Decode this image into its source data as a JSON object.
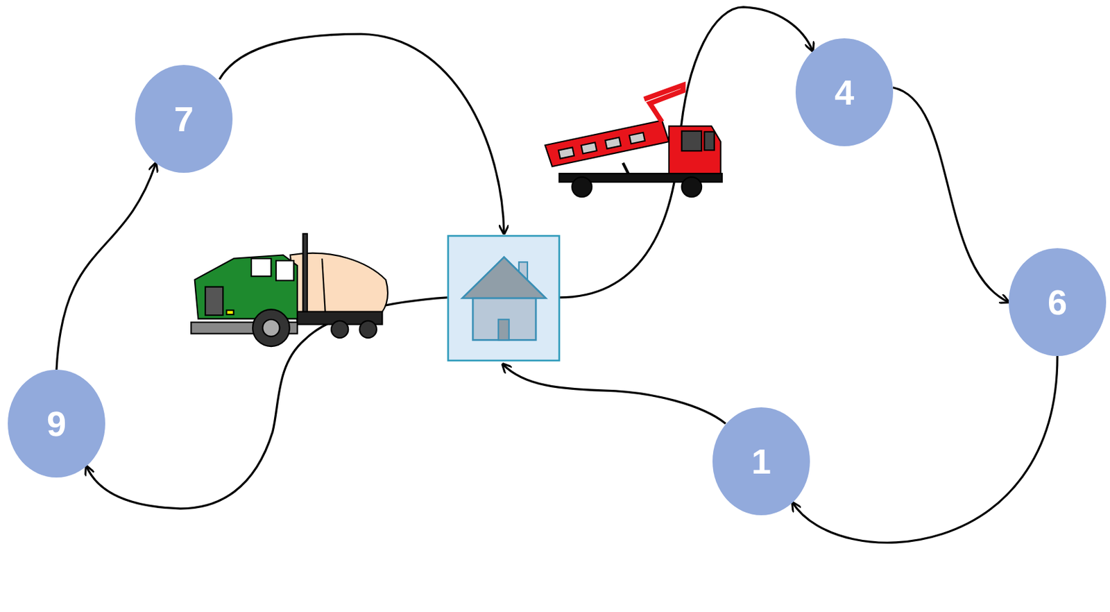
{
  "diagram": {
    "nodes": [
      {
        "text": [
          "4"
        ]
      },
      {
        "text": [
          "7"
        ]
      },
      {
        "text": [
          "6"
        ]
      },
      {
        "text": [
          "9"
        ]
      },
      {
        "text": [
          "1"
        ]
      }
    ],
    "edges": [
      {
        "from": 3,
        "to": 1,
        "arrow": "to"
      },
      {
        "from": 0,
        "to": 2,
        "arrow": "to"
      },
      {
        "from": 2,
        "to": 4,
        "arrow": "to"
      }
    ]
  }
}
